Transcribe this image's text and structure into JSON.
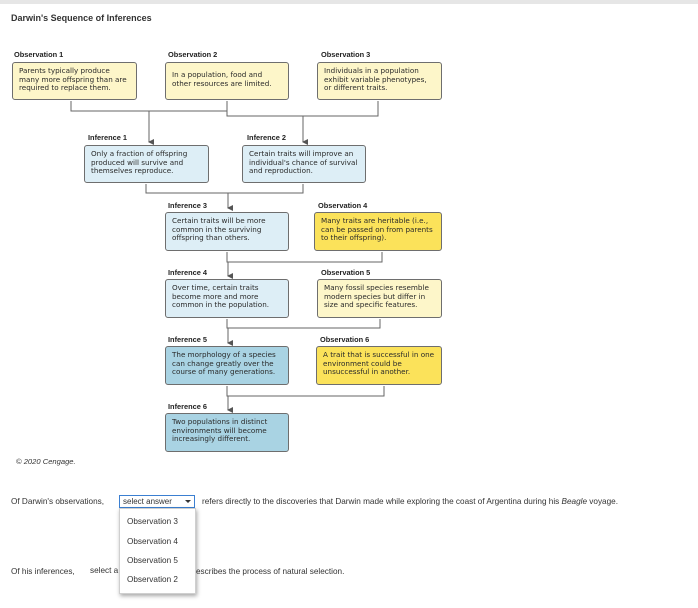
{
  "page": {
    "title": "Darwin's Sequence of Inferences",
    "copyright": "© 2020 Cengage."
  },
  "diagram": {
    "obs1_label": "Observation 1",
    "obs1_text": "Parents typically produce many more offspring than are required to replace them.",
    "obs2_label": "Observation 2",
    "obs2_text": "In a population, food and other resources are limited.",
    "obs3_label": "Observation 3",
    "obs3_text": "Individuals in a population exhibit variable phenotypes, or different traits.",
    "inf1_label": "Inference 1",
    "inf1_text": "Only a fraction of offspring produced will survive and themselves reproduce.",
    "inf2_label": "Inference 2",
    "inf2_text": "Certain traits will improve an individual's chance of survival and reproduction.",
    "inf3_label": "Inference 3",
    "inf3_text": "Certain traits will be more common in the surviving offspring than others.",
    "obs4_label": "Observation 4",
    "obs4_text": "Many traits are heritable (i.e., can be passed on from parents to their offspring).",
    "inf4_label": "Inference 4",
    "inf4_text": "Over time, certain traits become more and more common in the population.",
    "obs5_label": "Observation 5",
    "obs5_text": "Many fossil species resemble modern species but differ in size and specific features.",
    "inf5_label": "Inference 5",
    "inf5_text": "The morphology of a species can change greatly over the course of many generations.",
    "obs6_label": "Observation 6",
    "obs6_text": "A trait that is successful in one environment could be unsuccessful in another.",
    "inf6_label": "Inference 6",
    "inf6_text": "Two populations in distinct environments will become increasingly different.",
    "colors": {
      "observation_light": "#fdf6c9",
      "observation_highlight": "#fbe25a",
      "inference_light": "#ddeef6",
      "inference_highlight": "#a9d3e3"
    }
  },
  "question1": {
    "prefix": "Of Darwin's observations,",
    "select_value": "select answer",
    "suffix_1": "refers directly to the discoveries that Darwin made while exploring the coast of Argentina during his ",
    "suffix_ship": "Beagle",
    "suffix_2": " voyage.",
    "options": [
      "Observation 3",
      "Observation 4",
      "Observation 5",
      "Observation 2"
    ]
  },
  "question2": {
    "prefix": "Of his inferences,",
    "select_value_visible": "select a",
    "suffix_visible": "escribes the process of natural selection."
  }
}
